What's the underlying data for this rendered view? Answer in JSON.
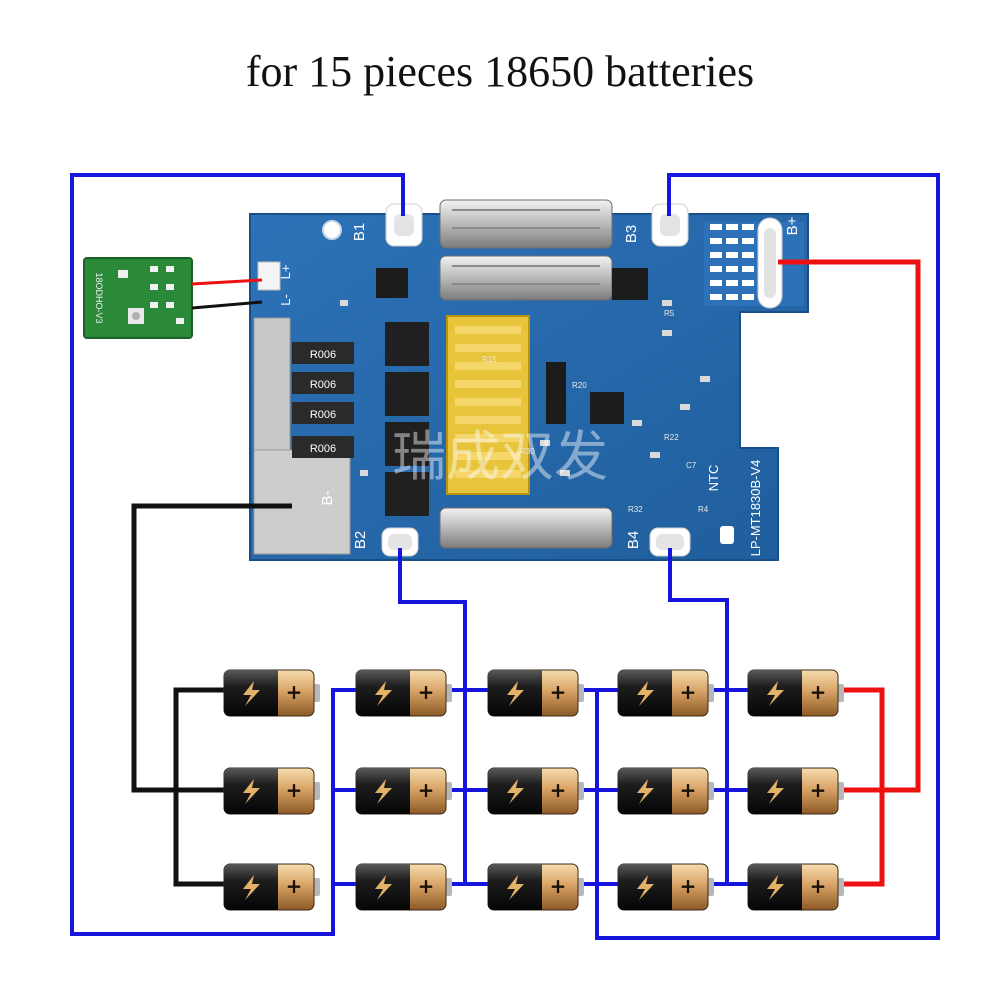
{
  "title": "for 15 pieces 18650 batteries",
  "board": {
    "model": "LP-MT1830B-V4",
    "pads": {
      "b1": "B1",
      "b2": "B2",
      "b3": "B3",
      "b4": "B4",
      "b_plus": "B+",
      "b_minus": "B-"
    },
    "ntc_label": "NTC",
    "connector": {
      "plus": "L+",
      "minus": "L-"
    },
    "resistors": [
      "R006",
      "R006",
      "R006",
      "R006"
    ],
    "part_labels": [
      "R15",
      "R20",
      "R30",
      "R32",
      "R4",
      "R5",
      "R22",
      "C7"
    ],
    "watermark": "瑞成双发"
  },
  "small_board": {
    "model": "18ODHO-V3"
  },
  "wire_colors": {
    "balance": "#1515dd",
    "positive": "#ee1111",
    "negative": "#111111"
  },
  "battery_pack": {
    "rows": 3,
    "columns": 5,
    "count": 15,
    "cell_icon": "lightning-bolt-icon",
    "terminal_symbol": "+"
  }
}
